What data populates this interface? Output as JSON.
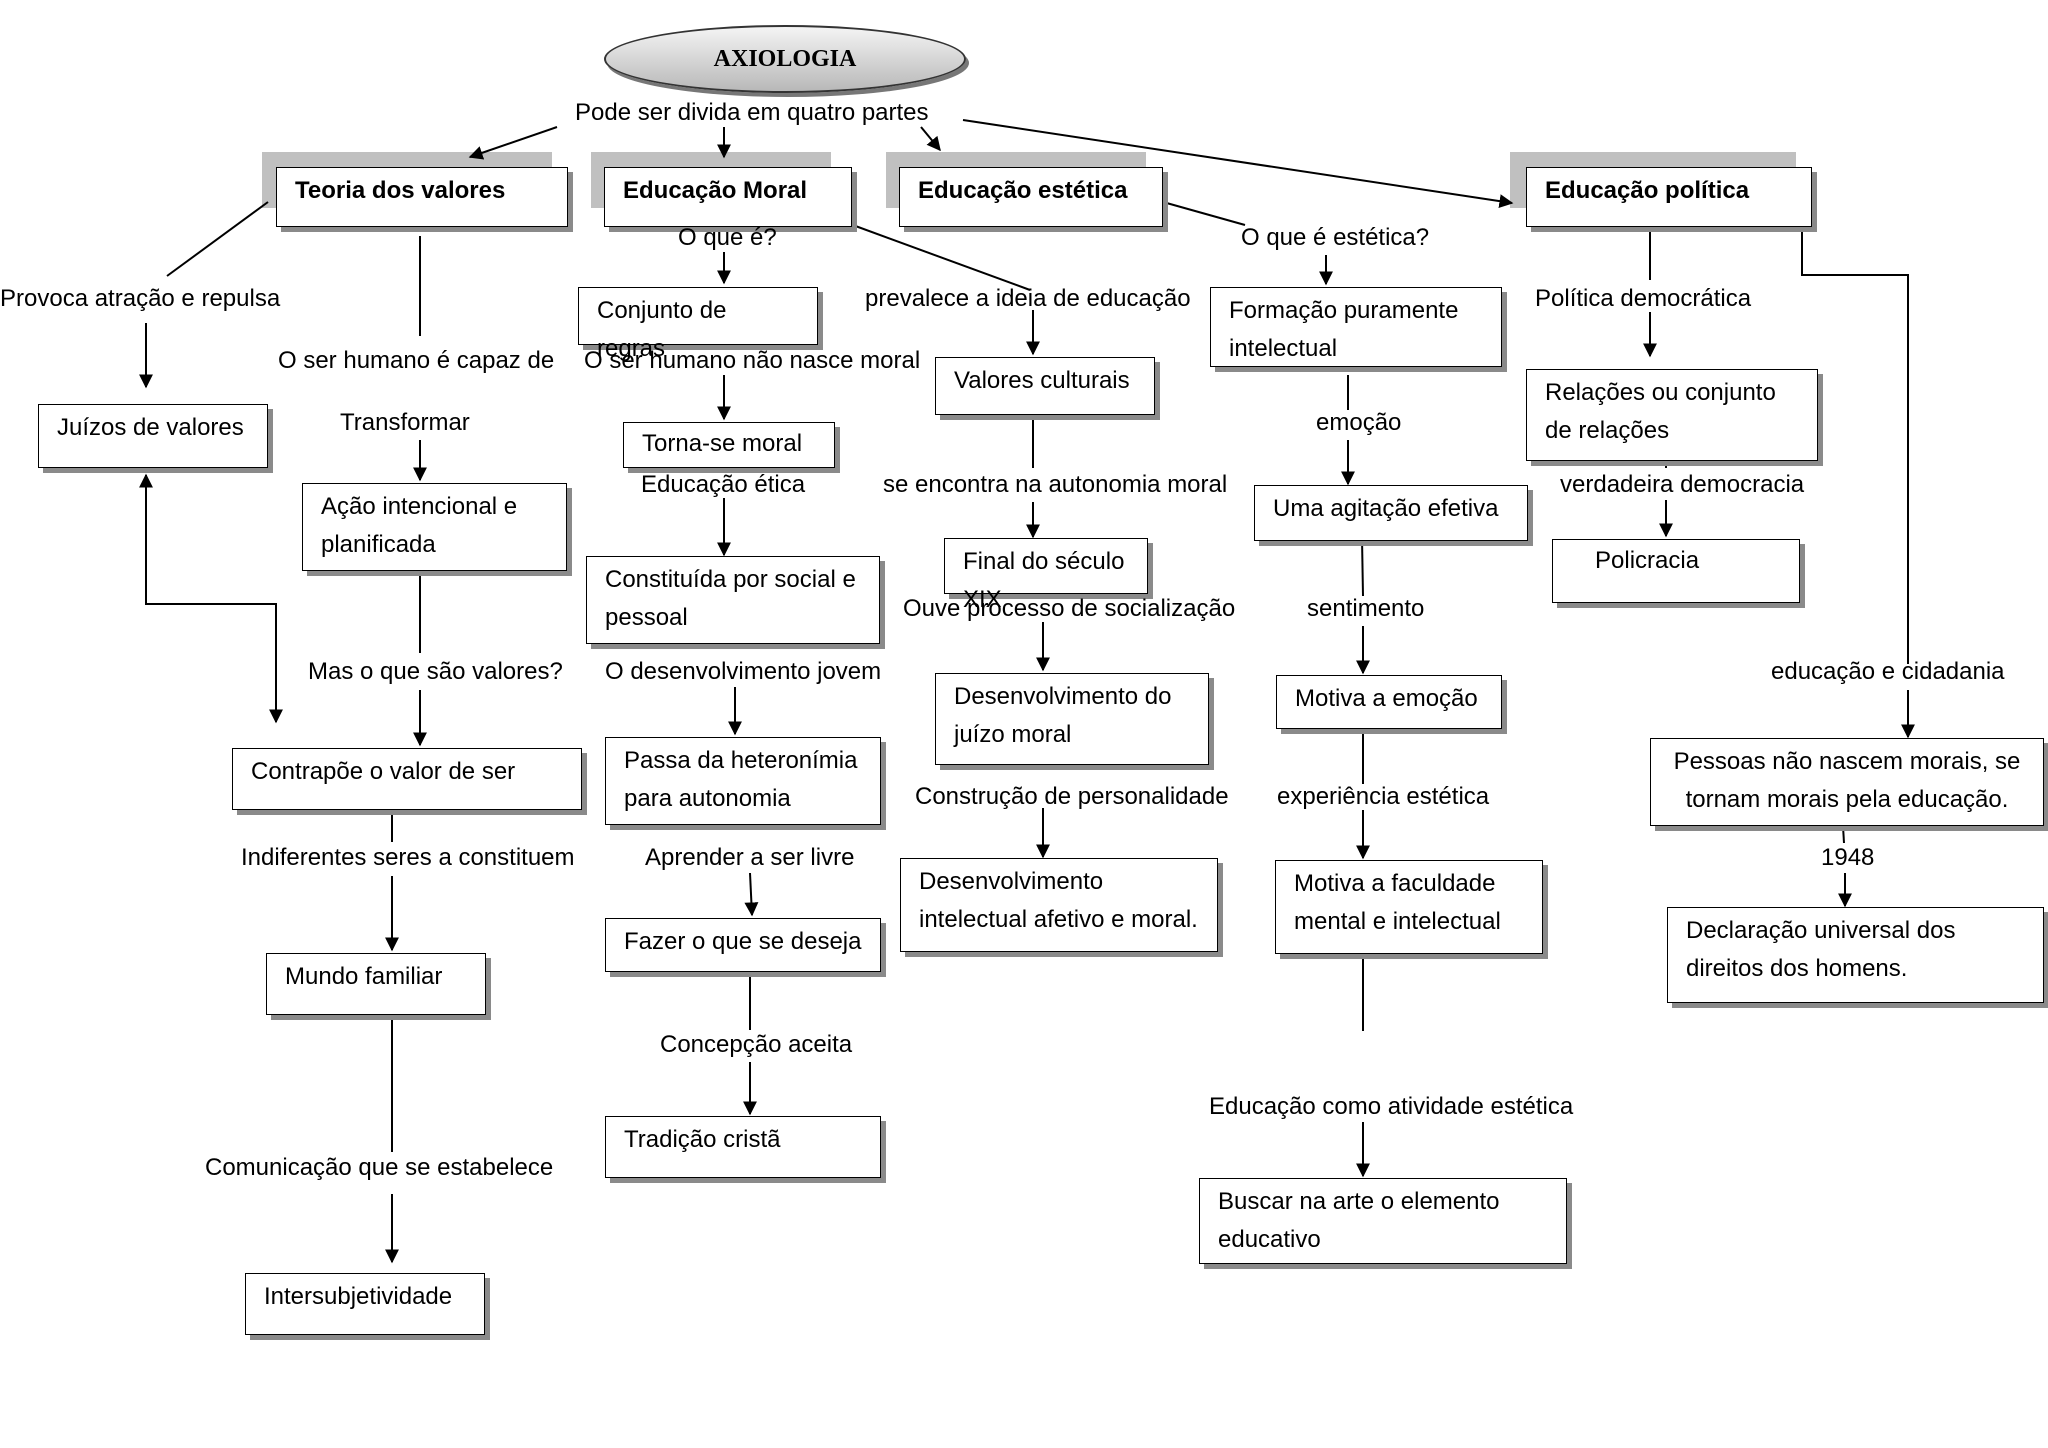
{
  "root": {
    "title": "AXIOLOGIA",
    "subtitle": "Pode ser divida em quatro partes"
  },
  "branches": {
    "teoria": {
      "title": "Teoria dos valores",
      "provoca": "Provoca atração e repulsa",
      "juizos": "Juízos  de valores",
      "capaz": "O ser humano é capaz de",
      "transformar": "Transformar",
      "acao": "Ação intencional e planificada",
      "mas": "Mas o que são valores?",
      "contrapoe": "Contrapõe o valor de ser",
      "indiferentes": "Indiferentes seres a constituem",
      "mundo": "Mundo familiar",
      "comunicacao": "Comunicação que se estabelece",
      "intersub": "Intersubjetividade"
    },
    "moral": {
      "title": "Educação Moral",
      "oque": "O que é?",
      "conjunto": "Conjunto de regras",
      "nasce": "O ser humano não nasce moral",
      "torna": "Torna-se moral",
      "etica": "Educação ética",
      "constituida": "Constituída por social e pessoal",
      "desenv": "O desenvolvimento jovem",
      "passa": "Passa da heteronímia para autonomia",
      "aprender": "Aprender a ser livre",
      "fazer": "Fazer o que se deseja",
      "concepcao": "Concepção aceita",
      "tradicao": "Tradição cristã",
      "prevalece": "prevalece a ideia de educação",
      "valores": "Valores culturais",
      "autonomia": "se encontra na autonomia moral",
      "final": "Final do século XIX",
      "ouve": "Ouve processo de socialização",
      "juizo": "Desenvolvimento do juízo moral",
      "construcao": "Construção de personalidade",
      "intelectual": "Desenvolvimento intelectual afetivo e moral."
    },
    "estetica": {
      "title": "Educação estética",
      "oque": "O que é estética?",
      "formacao": "Formação puramente intelectual",
      "emocao": "emoção",
      "agitacao": "Uma agitação efetiva",
      "sentimento": "sentimento",
      "motiva_emocao": "Motiva a emoção",
      "experiencia": "experiência estética",
      "motiva_faculdade": "Motiva a faculdade mental e intelectual",
      "atividade": "Educação como atividade estética",
      "buscar": "Buscar na arte o elemento educativo"
    },
    "politica": {
      "title": "Educação política",
      "democratica": "Política democrática",
      "relacoes": "Relações ou conjunto de relações",
      "verdadeira": "verdadeira democracia",
      "policracia": "Policracia",
      "cidadania": "educação e cidadania",
      "pessoas": "Pessoas não nascem morais, se tornam morais pela educação.",
      "ano": "1948",
      "declaracao": "Declaração universal dos direitos dos homens."
    }
  }
}
